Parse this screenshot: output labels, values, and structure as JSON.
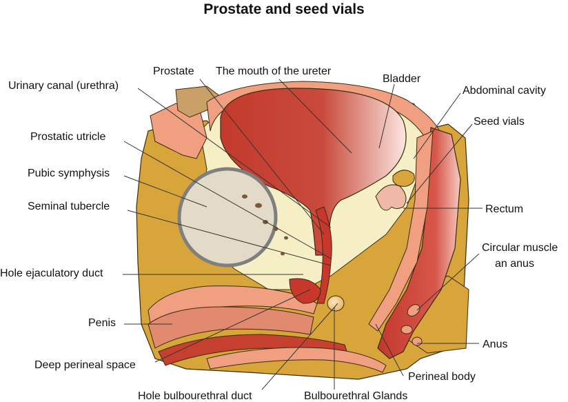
{
  "title": "Prostate and seed vials",
  "labels": {
    "prostate": "Prostate",
    "mouth_ureter": "The mouth of the ureter",
    "bladder": "Bladder",
    "urinary_canal": "Urinary canal (urethra)",
    "abdominal_cavity": "Abdominal cavity",
    "seed_vials": "Seed vials",
    "prostatic_utricle": "Prostatic utricle",
    "pubic_symphysis": "Pubic symphysis",
    "rectum": "Rectum",
    "seminal_tubercle": "Seminal tubercle",
    "circular_muscle_1": "Circular muscle",
    "circular_muscle_2": "an anus",
    "hole_ejaculatory": "Hole ejaculatory duct",
    "penis": "Penis",
    "anus": "Anus",
    "deep_perineal": "Deep perineal space",
    "perineal_body": "Perineal body",
    "hole_bulbourethral": "Hole bulbourethral duct",
    "bulbourethral_glands": "Bulbourethral Glands"
  },
  "colors": {
    "muscle_red": "#c7372c",
    "muscle_dark": "#a82a22",
    "tissue_gold": "#d8a53a",
    "tissue_pale": "#f6efc6",
    "skin_peach": "#f0a080",
    "bone_beige": "#e3dbc8",
    "duct_gray": "#7f7f7f",
    "outline": "#3a2a10"
  }
}
